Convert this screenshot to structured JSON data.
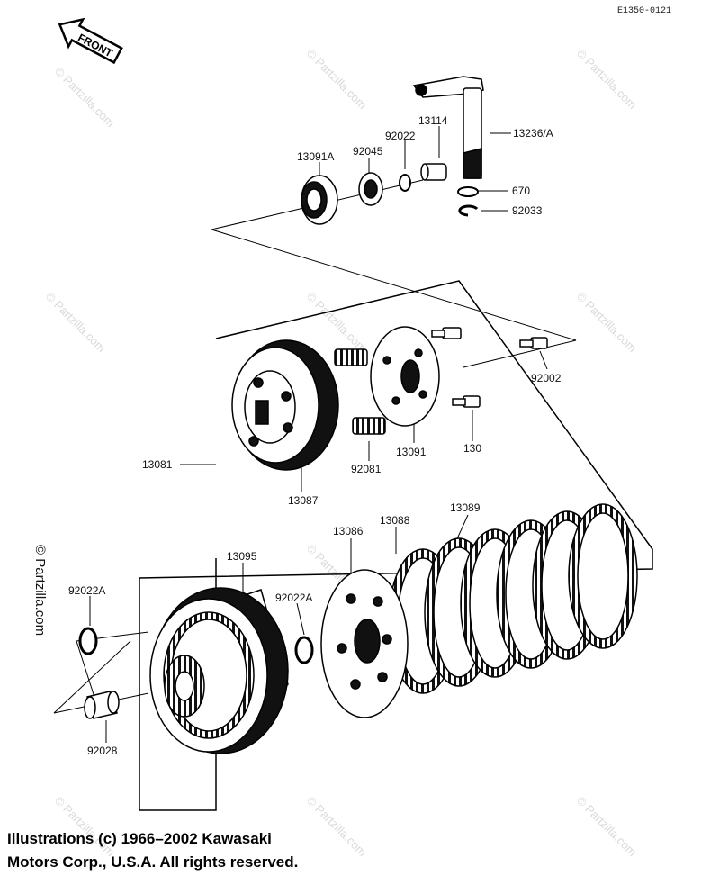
{
  "diagram": {
    "code": "E1350-0121",
    "front": "FRONT",
    "watermark": "© Partzilla.com"
  },
  "parts": {
    "p13236A": "13236/A",
    "p13114": "13114",
    "p92022": "92022",
    "p92045": "92045",
    "p13091A": "13091A",
    "p670": "670",
    "p92033": "92033",
    "p92002": "92002",
    "p13091": "13091",
    "p130": "130",
    "p92081": "92081",
    "p13081": "13081",
    "p13087": "13087",
    "p13086": "13086",
    "p13088": "13088",
    "p13089": "13089",
    "p13095": "13095",
    "p92022A_left": "92022A",
    "p92022A_mid": "92022A",
    "p92028": "92028"
  },
  "footer": {
    "line1": "Illustrations (c) 1966–2002 Kawasaki",
    "line2": "Motors Corp., U.S.A.  All rights reserved."
  }
}
